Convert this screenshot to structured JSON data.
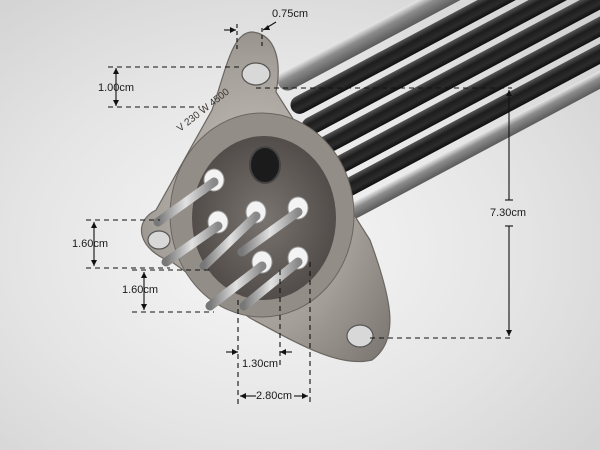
{
  "dimensions": {
    "flange_tab_width": "0.75cm",
    "mount_hole_offset": "1.00cm",
    "element_length": "7.30cm",
    "pin_spacing_vertical_1": "1.60cm",
    "pin_spacing_vertical_2": "1.60cm",
    "pin_spacing_horizontal": "1.30cm",
    "pin_span_horizontal": "2.80cm"
  },
  "flange_marking": "V 230 W 4500",
  "colors": {
    "background": "#e4e4e4",
    "flange_metal": "#a09a95",
    "element_tube": "#2a2a2a",
    "ceramic_insulator": "#f2f2f2",
    "thread_metal": "#b8b8b8",
    "dimension_line": "#111111"
  }
}
